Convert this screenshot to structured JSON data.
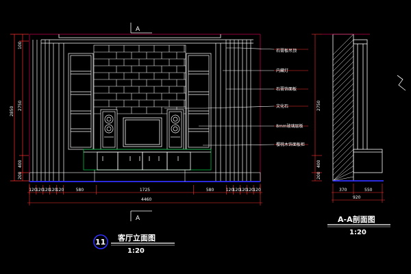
{
  "colors": {
    "background": "#000000",
    "outline": "#ffffff",
    "dimension_line": "#ff3030",
    "wall_red": "#c0004a",
    "floor_blue": "#3030ff",
    "tv_cabinet_green": "#00c040",
    "hatch": "#ffffff"
  },
  "section_marker_letter": "A",
  "elevation": {
    "title": "客厅立面图",
    "scale": "1:20",
    "drawing_number": "11",
    "callouts": [
      "石膏板吊顶",
      "内藏灯",
      "石膏饰面板",
      "文化石",
      "8mm玻璃层板",
      "樱桃木饰面板柜"
    ],
    "left_dims": [
      "100",
      "2750",
      "2850",
      "400",
      "200"
    ],
    "bottom_dims_small": [
      "120",
      "120",
      "120",
      "120",
      "120",
      "580",
      "1725",
      "580",
      "120",
      "120",
      "120",
      "120",
      "120"
    ],
    "bottom_dim_total": "4460"
  },
  "section": {
    "title": "A-A剖面图",
    "scale": "1:20",
    "left_dims": [
      "2750",
      "400",
      "200"
    ],
    "bottom_dims": [
      "370",
      "550"
    ],
    "bottom_total": "920"
  }
}
